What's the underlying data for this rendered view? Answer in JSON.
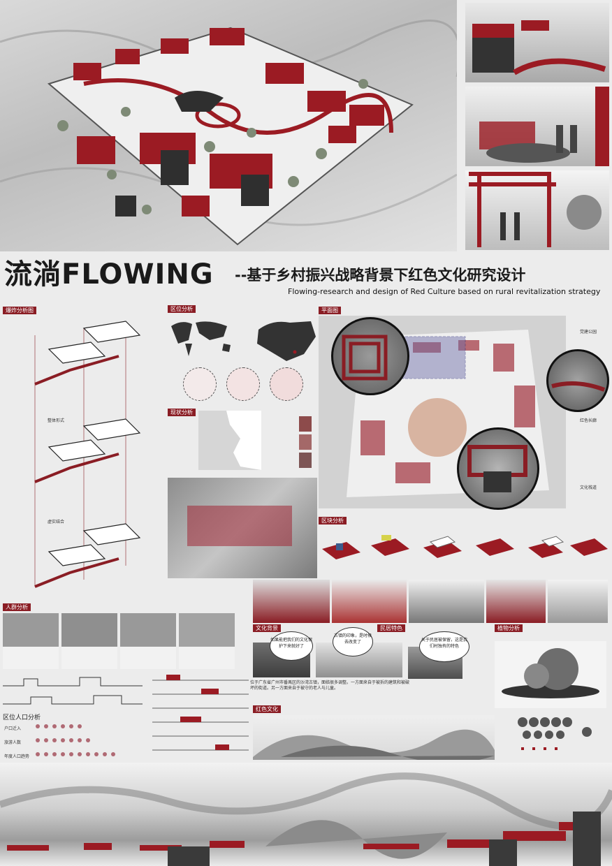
{
  "title": {
    "main": "流淌FLOWING",
    "sub": "--基于乡村振兴战略背景下红色文化研究设计",
    "english": "Flowing-research and design of Red Culture based on rural revitalization strategy"
  },
  "sections": {
    "explosion": "爆炸分析图",
    "location": "区位分析",
    "status": "现状分析",
    "plan": "平面图",
    "block": "区块分析",
    "crowd": "人群分析",
    "culture_bg": "文化背景",
    "folk": "民居特色",
    "plant": "植物分析",
    "red_culture": "红色文化",
    "population": "区位人口分析"
  },
  "explosion_labels": [
    "整体形式",
    "虚实结合"
  ],
  "plan_labels": {
    "park": "党建公园",
    "corridor": "红色长廊",
    "plank": "文化栈道"
  },
  "population_rows": [
    "户口迁入",
    "旅游人数",
    "年度人口趋势"
  ],
  "culture_text": "位于广东省广州市番禺区的沙湾古镇，面临很多调整。一方面来自于被拆的建筑和被破坏的街道。另一方面来自于被守的老人与儿童。",
  "bubbles": [
    "如果能把我们的文化保护下来就好了",
    "古镇的印象，是时候去改变了",
    "关于民居被保留，这是我们村独有的特色"
  ],
  "colors": {
    "accent_red": "#8a1d24",
    "ink_gray": "#9a9a9a",
    "paper": "#ececec"
  }
}
